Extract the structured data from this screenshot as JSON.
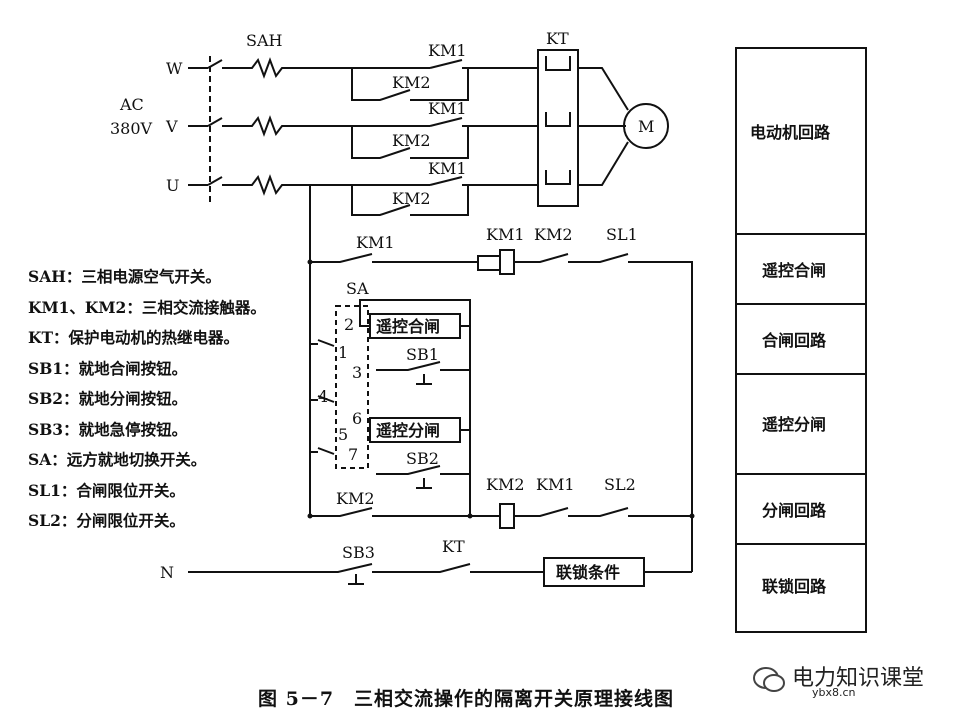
{
  "supply": {
    "phase_w": "W",
    "phase_v": "V",
    "phase_u": "U",
    "neutral": "N",
    "ac": "AC",
    "voltage": "380V",
    "sah": "SAH",
    "motor": "M"
  },
  "components": {
    "km1": "KM1",
    "km2": "KM2",
    "kt": "KT",
    "sl1": "SL1",
    "sl2": "SL2",
    "sa": "SA",
    "sb1": "SB1",
    "sb2": "SB2",
    "sb3": "SB3",
    "interlock_box": "联锁条件",
    "remote_close_box": "遥控合闸",
    "remote_open_box": "遥控分闸",
    "sa_terminals": [
      "1",
      "2",
      "3",
      "4",
      "5",
      "6",
      "7"
    ]
  },
  "sections": [
    {
      "label": "电动机回路"
    },
    {
      "label": "遥控合闸"
    },
    {
      "label": "合闸回路"
    },
    {
      "label": "遥控分闸"
    },
    {
      "label": "分闸回路"
    },
    {
      "label": "联锁回路"
    }
  ],
  "legend": [
    "SAH：三相电源空气开关。",
    "KM1、KM2：三相交流接触器。",
    "KT：保护电动机的热继电器。",
    "SB1：就地合闸按钮。",
    "SB2：就地分闸按钮。",
    "SB3：就地急停按钮。",
    "SA：远方就地切换开关。",
    "SL1：合闸限位开关。",
    "SL2：分闸限位开关。"
  ],
  "caption": "图 5－7　三相交流操作的隔离开关原理接线图",
  "watermark": {
    "text": "电力知识课堂",
    "url": "ybx8.cn"
  }
}
